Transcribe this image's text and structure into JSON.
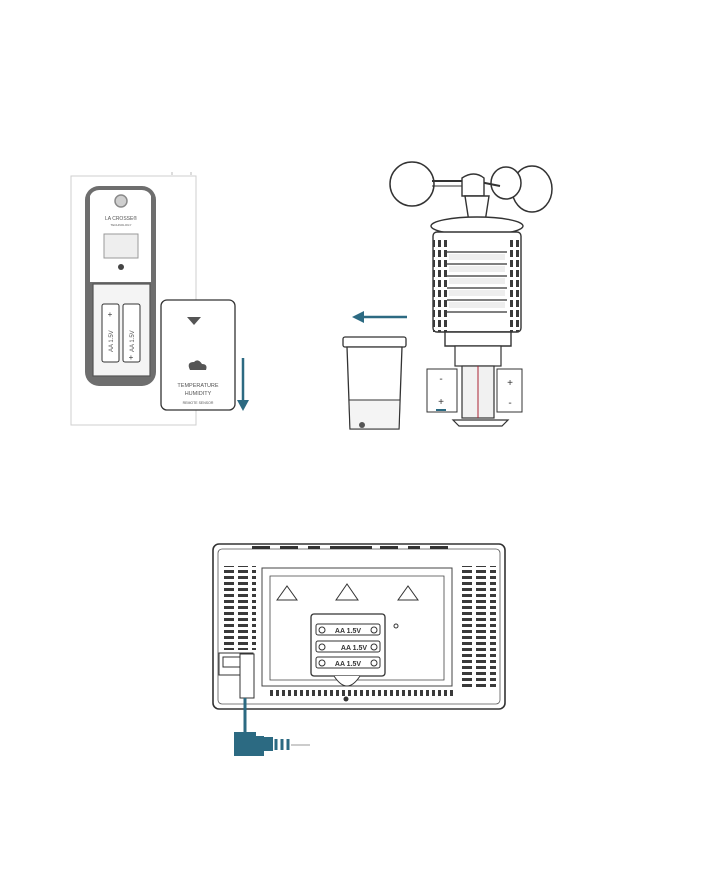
{
  "sensor_brand_label": "LA CROSSE®",
  "sensor_brand_sub": "TECHNOLOGY",
  "battery_label": "AA 1.5V",
  "battery_door": {
    "title_line1": "TEMPERATURE",
    "title_line2": "HUMIDITY",
    "model": "REMOTE SENSOR"
  },
  "station_battery_label": "AA 1.5V",
  "polarity": {
    "plus": "+",
    "minus": "-"
  },
  "colors": {
    "accent": "#2c6a82",
    "line": "#3a3a3a",
    "fill_dark": "#6b6b6b",
    "fill_light": "#f2f2f2"
  },
  "icons": [
    "down-arrow-icon",
    "left-arrow-icon",
    "power-plug-icon",
    "cloud-icon"
  ]
}
